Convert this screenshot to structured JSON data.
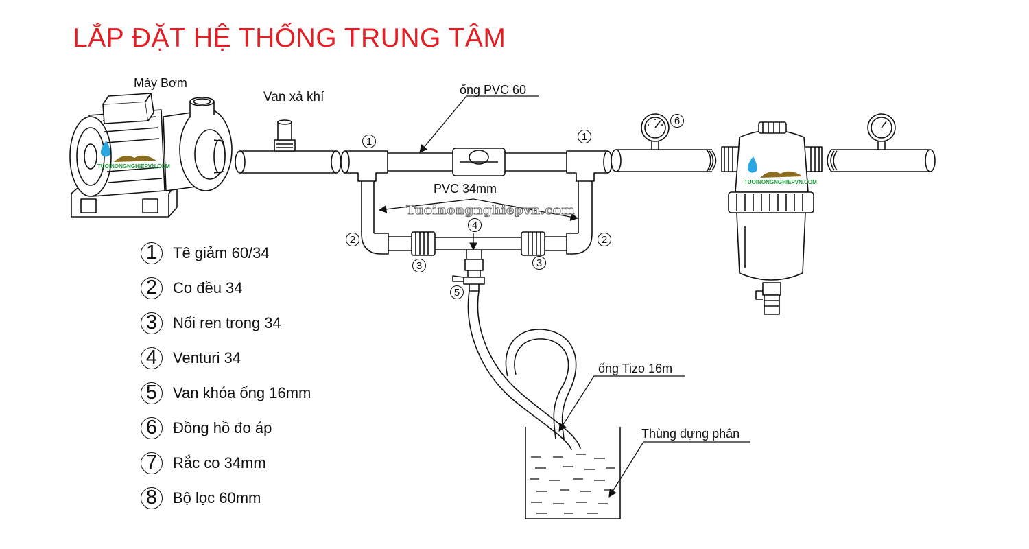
{
  "title": "LẮP ĐẶT HỆ THỐNG TRUNG TÂM",
  "labels": {
    "pump": "Máy Bơm",
    "air_valve": "Van xả khí",
    "pvc60": "ống PVC 60",
    "pvc34": "PVC 34mm",
    "tizo": "ống  Tizo 16m",
    "tank": "Thùng đựng phân",
    "watermark": "Tuoinongnghiepvn.com",
    "logo": "TUOINONGNGHIEPVN.COM"
  },
  "callouts": {
    "c1": "1",
    "c2": "2",
    "c3": "3",
    "c4": "4",
    "c5": "5",
    "c6": "6"
  },
  "legend": [
    {
      "num": "1",
      "text": "Tê giảm 60/34"
    },
    {
      "num": "2",
      "text": "Co đều 34"
    },
    {
      "num": "3",
      "text": "Nối ren trong 34"
    },
    {
      "num": "4",
      "text": "Venturi 34"
    },
    {
      "num": "5",
      "text": "Van khóa ống 16mm"
    },
    {
      "num": "6",
      "text": "Đồng hồ đo áp"
    },
    {
      "num": "7",
      "text": "Rắc co 34mm"
    },
    {
      "num": "8",
      "text": "Bộ lọc 60mm"
    }
  ],
  "colors": {
    "title": "#e31e24",
    "line": "#111111",
    "logo_green": "#1a9a3a",
    "logo_blue": "#2aa7e0"
  }
}
